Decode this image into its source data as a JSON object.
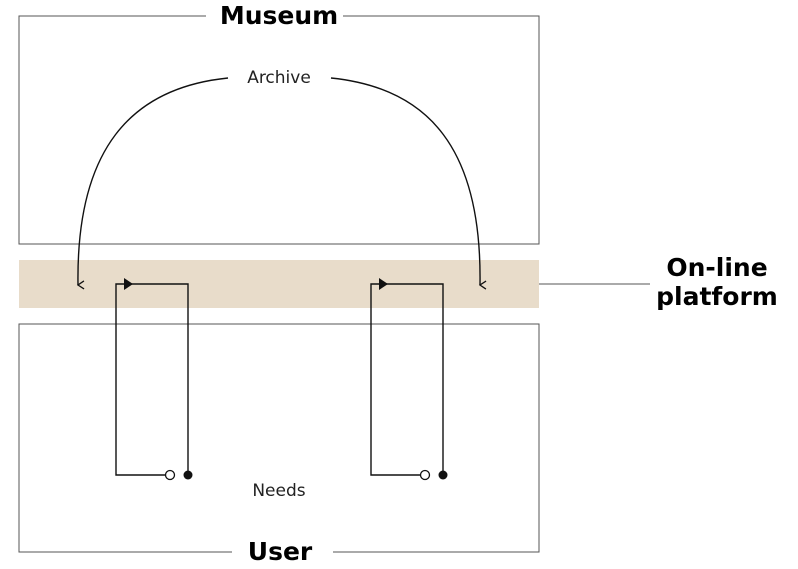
{
  "labels": {
    "museum": "Museum",
    "user": "User",
    "platform_line1": "On-line",
    "platform_line2": "platform",
    "archive": "Archive",
    "needs": "Needs"
  },
  "colors": {
    "platform_band": "#e8dcca",
    "frame": "#555555",
    "lines": "#111111",
    "background": "#ffffff"
  }
}
